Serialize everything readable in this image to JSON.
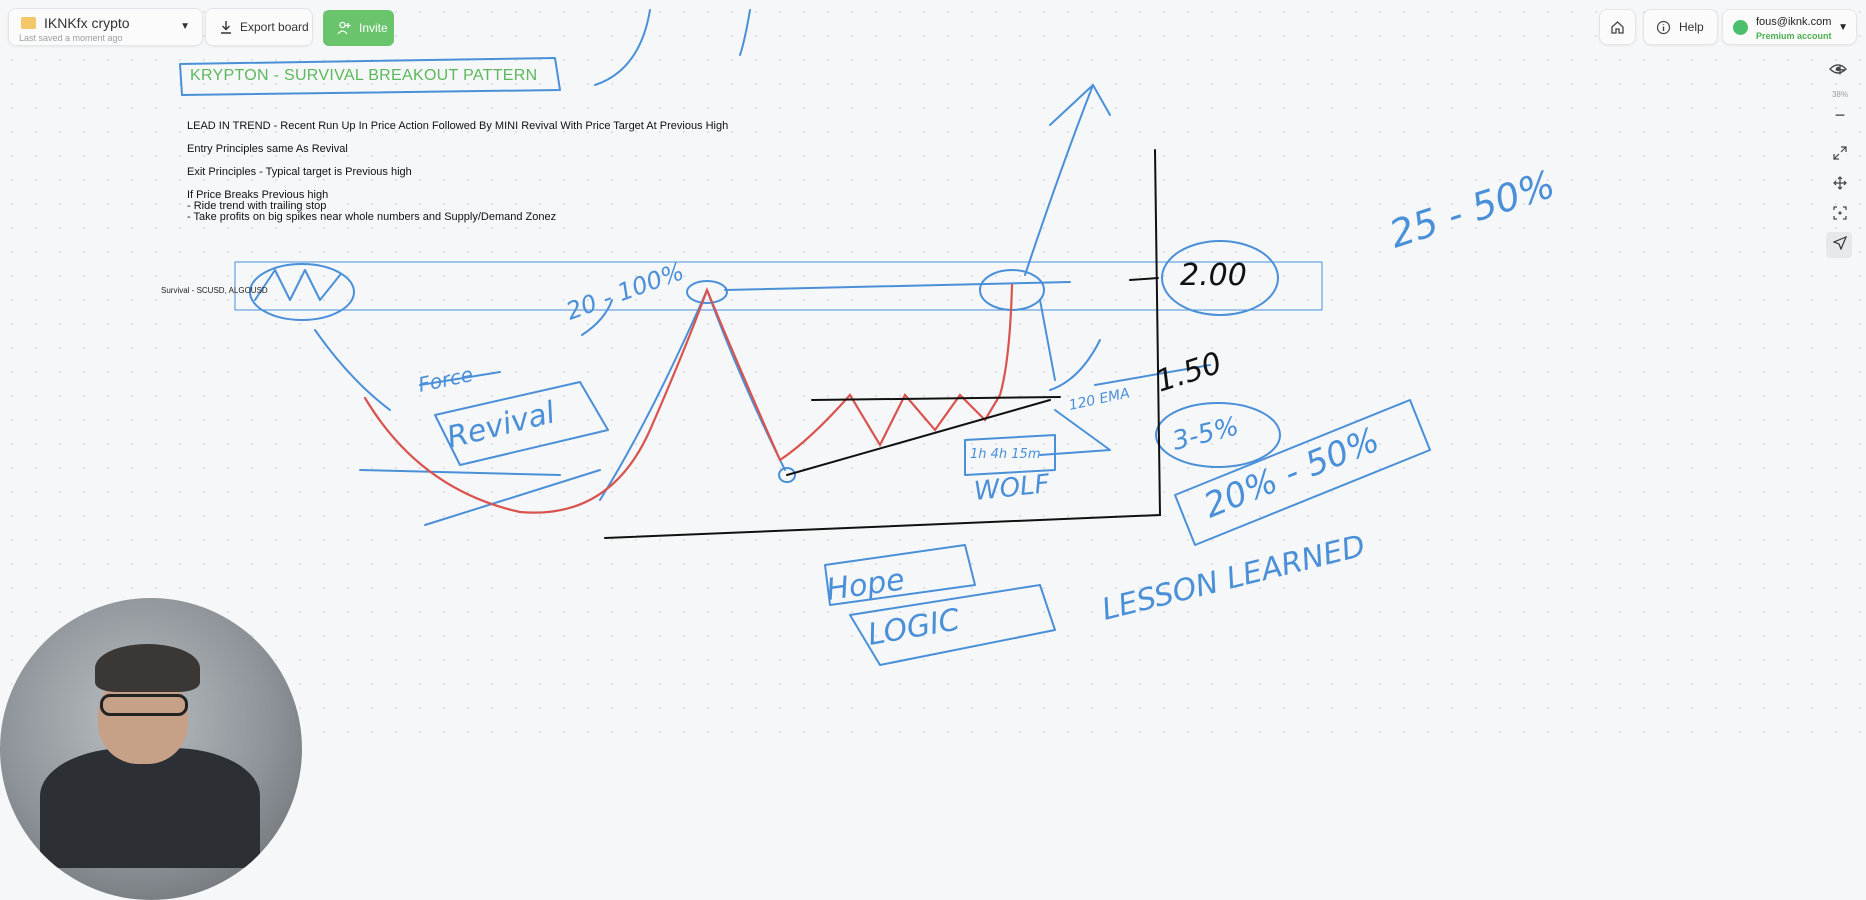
{
  "app": {
    "board_name": "IKNKfx crypto",
    "saved_status": "Last saved a moment ago",
    "export_label": "Export board",
    "invite_label": "Invite",
    "help_label": "Help",
    "account_email": "fous@iknk.com",
    "account_plan": "Premium account",
    "zoom_level": "38%"
  },
  "board": {
    "title": "KRYPTON - SURVIVAL BREAKOUT PATTERN",
    "lines": [
      "LEAD IN TREND - Recent Run Up In Price Action Followed By MINI Revival With Price Target At Previous High",
      "Entry Principles same As Revival",
      "Exit Principles - Typical target is Previous high",
      "If Price Breaks Previous high",
      "- Ride trend with trailing stop",
      "- Take profits on big spikes near whole numbers and Supply/Demand Zonez"
    ],
    "survival_label": "Survival - SCUSD, ALGOUSD",
    "handwriting": {
      "force": "Force",
      "revival": "Revival",
      "range_20_100": "20 - 100%",
      "level_200": "2.00",
      "level_150": "1.50",
      "ema": "120 EMA",
      "timeframes": "1h 4h 15m",
      "wolf": "WOLF",
      "pct_3_5": "3-5%",
      "pct_20_50": "20% - 50%",
      "pct_25_50": "25 - 50%",
      "hope": "Hope",
      "logic": "LOGIC",
      "lesson": "LESSON LEARNED"
    }
  },
  "colors": {
    "accent_green": "#69c46b",
    "ink_blue": "#4a90d9",
    "ink_red": "#d9534f",
    "ink_black": "#111111"
  },
  "icons": {
    "folder": "folder-icon",
    "download": "download-icon",
    "add_user": "add-user-icon",
    "home": "home-icon",
    "info": "info-icon",
    "eye": "eye-icon",
    "plus": "plus-icon",
    "minus": "minus-icon",
    "expand": "expand-icon",
    "move": "move-icon",
    "focus": "focus-icon",
    "pointer": "pointer-icon"
  }
}
